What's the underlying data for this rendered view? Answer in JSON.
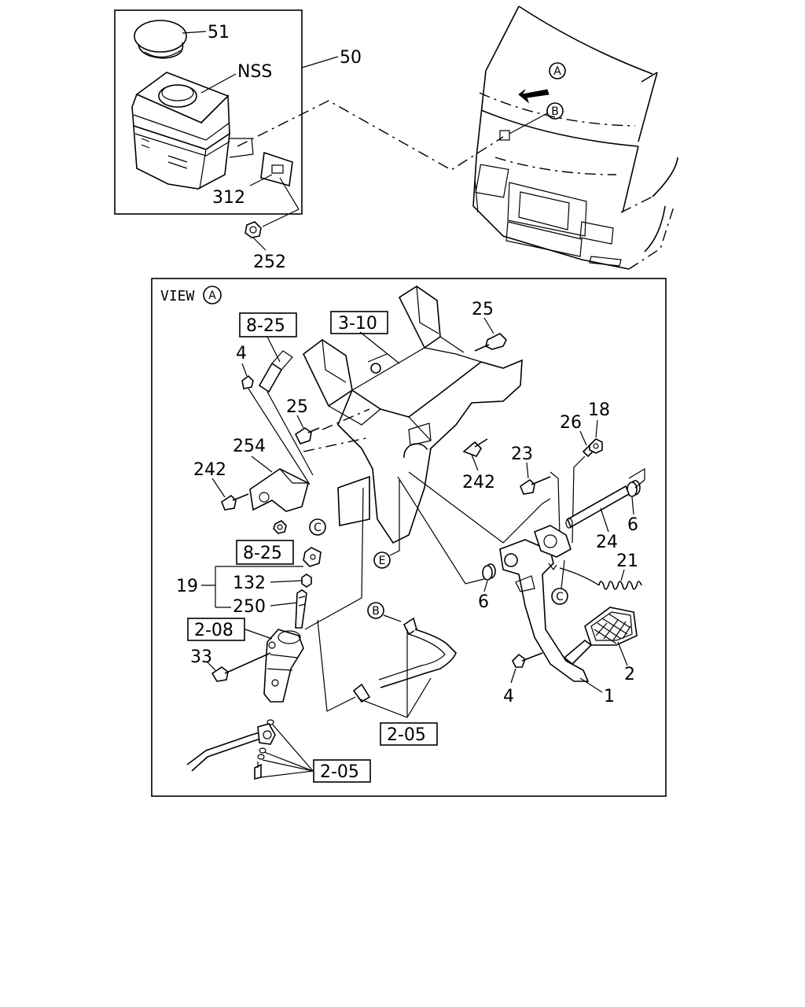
{
  "diagram": {
    "top_callouts": {
      "cap": "51",
      "reservoir": "NSS",
      "assembly": "50",
      "bracket": "312",
      "nut": "252"
    },
    "truck_markers": {
      "view_marker": "A",
      "location_marker": "B"
    },
    "view_title": {
      "text": "VIEW",
      "marker": "A"
    },
    "ref_boxes": {
      "box_3_10": "3-10",
      "box_8_25_top": "8-25",
      "box_8_25_bottom": "8-25",
      "box_2_08": "2-08",
      "box_2_05_mid": "2-05",
      "box_2_05_bottom": "2-05"
    },
    "callouts": {
      "bolt_25_top": "25",
      "bolt_4_top": "4",
      "bolt_25_mid": "25",
      "bracket_254": "254",
      "bolt_242_left": "242",
      "bolt_242_right": "242",
      "bolt_23": "23",
      "pin_26": "26",
      "nut_18": "18",
      "washer_6_right": "6",
      "shaft_24": "24",
      "spring_21": "21",
      "washer_6_left": "6",
      "pad_2": "2",
      "pedal_1": "1",
      "bolt_4_bottom": "4",
      "group_19": "19",
      "part_132": "132",
      "part_250": "250",
      "bolt_33": "33"
    },
    "circled_markers": {
      "c_top": "C",
      "c_right": "C",
      "e_marker": "E",
      "b_hose": "B"
    }
  }
}
